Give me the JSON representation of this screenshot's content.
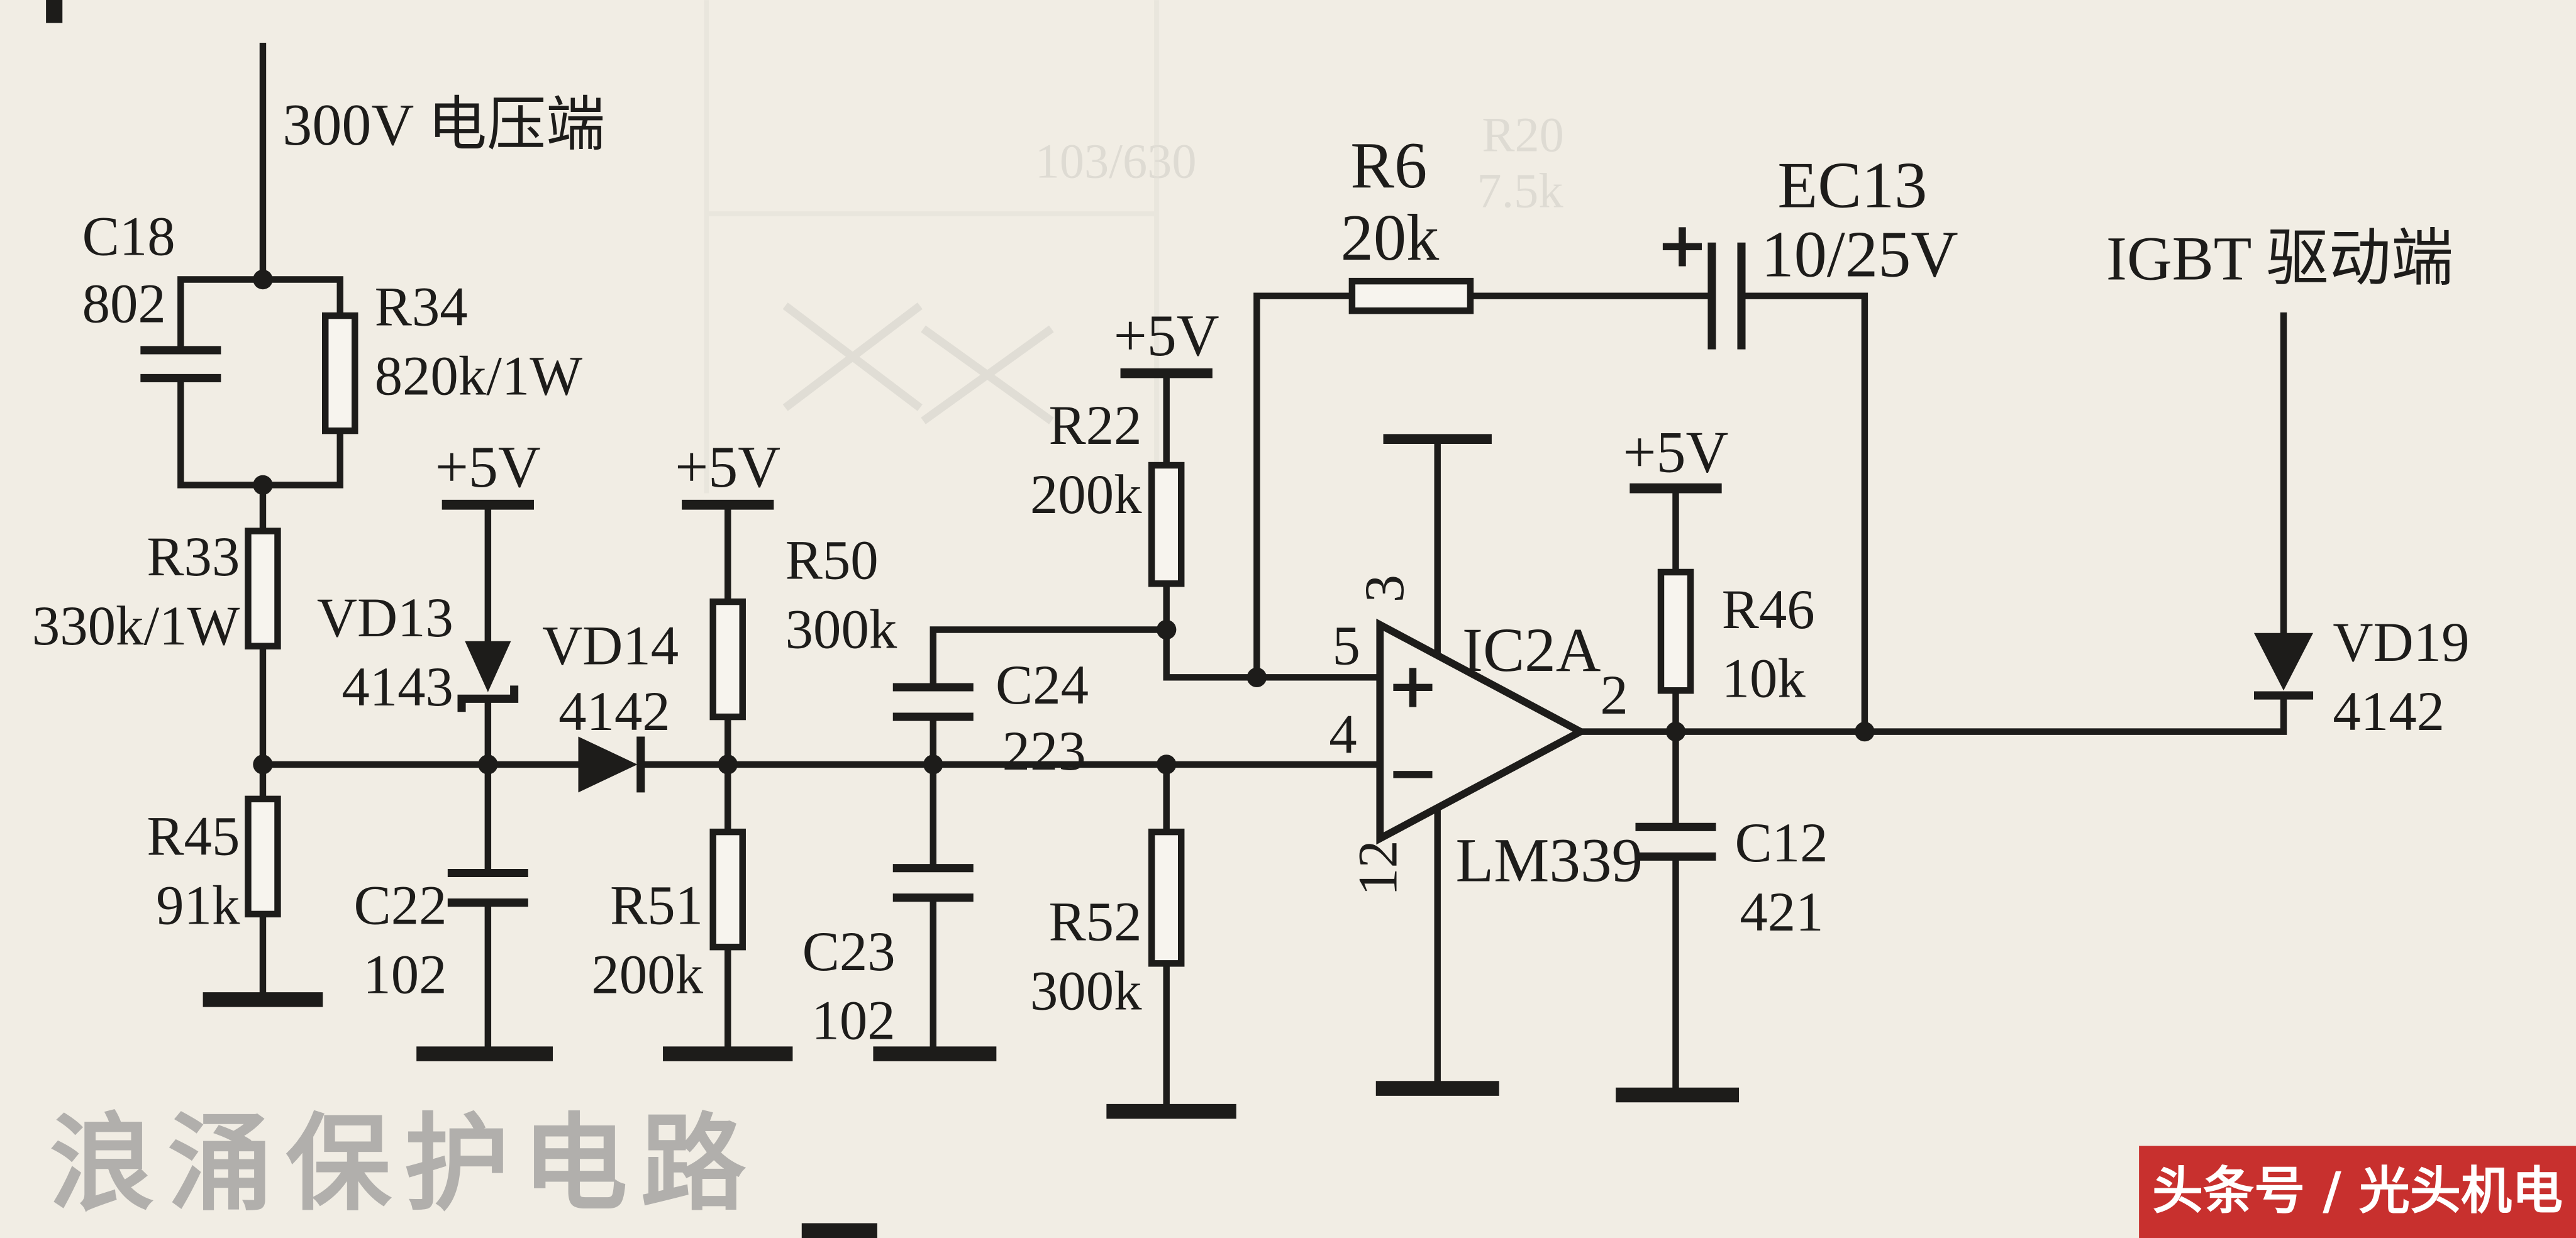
{
  "page": {
    "watermark": "浪涌保护电路",
    "badge": "头条号 / 光头机电"
  },
  "colors": {
    "ink": "#1d1c1a",
    "paper": "#f1ede4",
    "badge_red": "#c8302e"
  },
  "terminals": {
    "v300": "300V 电压端",
    "igbt": "IGBT 驱动端",
    "v5": "+5V"
  },
  "opamp": {
    "name": "IC2A",
    "part": "LM339",
    "pin_noninv": "5",
    "pin_inv": "4",
    "pin_out": "2",
    "pin_top": "3",
    "pin_bottom": "12",
    "plus": "+",
    "minus": "−"
  },
  "components": {
    "C18": {
      "name": "C18",
      "value": "802"
    },
    "R34": {
      "name": "R34",
      "value": "820k/1W"
    },
    "R33": {
      "name": "R33",
      "value": "330k/1W"
    },
    "R45": {
      "name": "R45",
      "value": "91k"
    },
    "VD13": {
      "name": "VD13",
      "value": "4143"
    },
    "C22": {
      "name": "C22",
      "value": "102"
    },
    "VD14": {
      "name": "VD14",
      "value": "4142"
    },
    "R50": {
      "name": "R50",
      "value": "300k"
    },
    "R51": {
      "name": "R51",
      "value": "200k"
    },
    "C24": {
      "name": "C24",
      "value": "223"
    },
    "C23": {
      "name": "C23",
      "value": "102"
    },
    "R22": {
      "name": "R22",
      "value": "200k"
    },
    "R52": {
      "name": "R52",
      "value": "300k"
    },
    "R6": {
      "name": "R6",
      "value": "20k"
    },
    "EC13": {
      "name": "EC13",
      "value": "10/25V",
      "polarity": "+"
    },
    "R46": {
      "name": "R46",
      "value": "10k"
    },
    "C12": {
      "name": "C12",
      "value": "421"
    },
    "VD19": {
      "name": "VD19",
      "value": "4142"
    }
  },
  "ghost": {
    "a": "R20",
    "b": "7.5k",
    "c": "103/630"
  }
}
